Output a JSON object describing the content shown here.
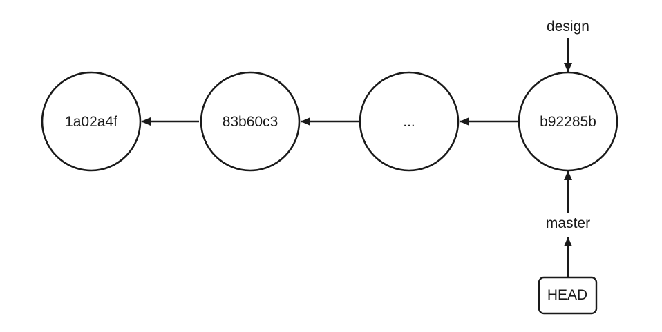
{
  "commits": [
    {
      "id": "c1",
      "label": "1a02a4f"
    },
    {
      "id": "c2",
      "label": "83b60c3"
    },
    {
      "id": "c3",
      "label": "..."
    },
    {
      "id": "c4",
      "label": "b92285b"
    }
  ],
  "refs": {
    "design": "design",
    "master": "master",
    "head": "HEAD"
  },
  "colors": {
    "stroke": "#1a1a1a",
    "background": "#ffffff"
  }
}
